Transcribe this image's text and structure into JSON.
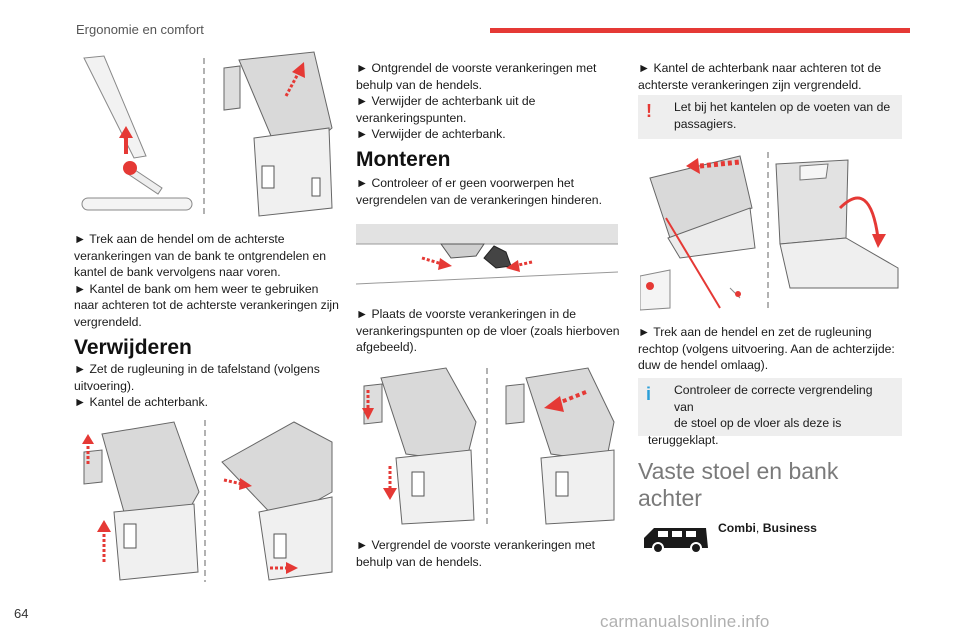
{
  "header": {
    "section_title": "Ergonomie en comfort"
  },
  "page": {
    "number": "64"
  },
  "watermark": "carmanualsonline.info",
  "colors": {
    "accent": "#e53935",
    "info": "#2b9fd8",
    "note_bg": "#eeeeee"
  },
  "col1": {
    "para1": [
      "► Trek aan de hendel om de achterste",
      "verankeringen van de bank te ontgrendelen en",
      "kantel de bank vervolgens naar voren.",
      "► Kantel de bank om hem weer te gebruiken",
      "naar achteren tot de achterste verankeringen zijn",
      "vergrendeld."
    ],
    "heading": "Verwijderen",
    "para2": [
      "► Zet de rugleuning in de tafelstand (volgens",
      "uitvoering).",
      "► Kantel de achterbank."
    ]
  },
  "col2": {
    "para1": [
      "► Ontgrendel de voorste verankeringen met",
      "behulp van de hendels.",
      "► Verwijder de achterbank uit de",
      "verankeringspunten.",
      "► Verwijder de achterbank."
    ],
    "heading": "Monteren",
    "para2": [
      "► Controleer of er geen voorwerpen het",
      "vergrendelen van de verankeringen hinderen."
    ],
    "para3": [
      "► Plaats de voorste verankeringen in de",
      "verankeringspunten op de vloer (zoals hierboven",
      "afgebeeld)."
    ],
    "para4": [
      "► Vergrendel de voorste verankeringen met",
      "behulp van de hendels."
    ]
  },
  "col3": {
    "para1": [
      "► Kantel de achterbank naar achteren tot de",
      "achterste verankeringen zijn vergrendeld."
    ],
    "warning": {
      "mark": "!",
      "lines": [
        "Let bij het kantelen op de voeten van de",
        "passagiers."
      ]
    },
    "para2": [
      "► Trek aan de hendel en zet de rugleuning",
      "rechtop (volgens uitvoering. Aan de achterzijde:",
      "duw de hendel omlaag)."
    ],
    "info": {
      "mark": "i",
      "lines": [
        "Controleer de correcte vergrendeling van",
        "de stoel op de vloer als deze is",
        "teruggeklapt."
      ]
    },
    "heading": [
      "Vaste stoel en bank",
      "achter"
    ],
    "versions": {
      "first": "Combi",
      "sep": ", ",
      "second": "Business"
    }
  }
}
